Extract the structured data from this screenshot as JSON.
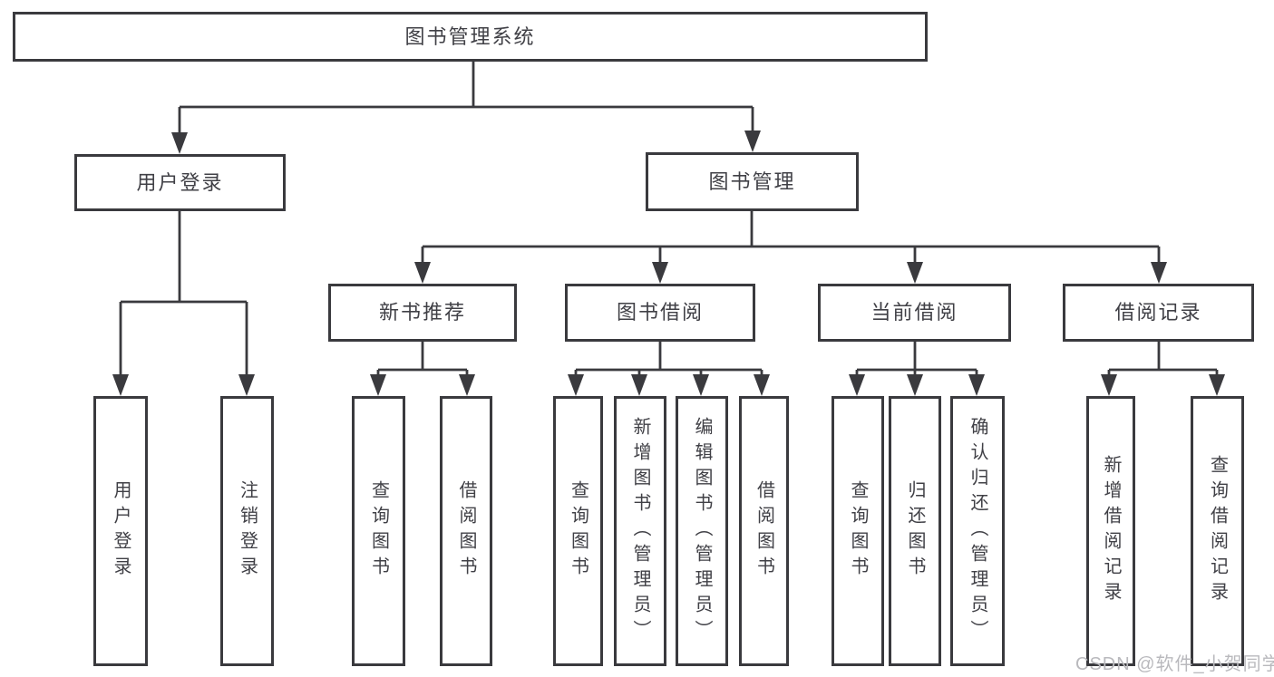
{
  "diagram_title": "图书管理系统",
  "tree": {
    "label": "图书管理系统",
    "children": [
      {
        "label": "用户登录",
        "children": [
          {
            "label": "用户登录"
          },
          {
            "label": "注销登录"
          }
        ]
      },
      {
        "label": "图书管理",
        "children": [
          {
            "label": "新书推荐",
            "children": [
              {
                "label": "查询图书"
              },
              {
                "label": "借阅图书"
              }
            ]
          },
          {
            "label": "图书借阅",
            "children": [
              {
                "label": "查询图书"
              },
              {
                "label": "新增图书（管理员）"
              },
              {
                "label": "编辑图书（管理员）"
              },
              {
                "label": "借阅图书"
              }
            ]
          },
          {
            "label": "当前借阅",
            "children": [
              {
                "label": "查询图书"
              },
              {
                "label": "归还图书"
              },
              {
                "label": "确认归还（管理员）"
              }
            ]
          },
          {
            "label": "借阅记录",
            "children": [
              {
                "label": "新增借阅记录"
              },
              {
                "label": "查询借阅记录"
              }
            ]
          }
        ]
      }
    ]
  },
  "watermark": "CSDN @软件_小贺同学",
  "colors": {
    "line": "#3a3a3e",
    "text": "#404046",
    "watermark": "#b9b9bd",
    "background": "#ffffff"
  }
}
